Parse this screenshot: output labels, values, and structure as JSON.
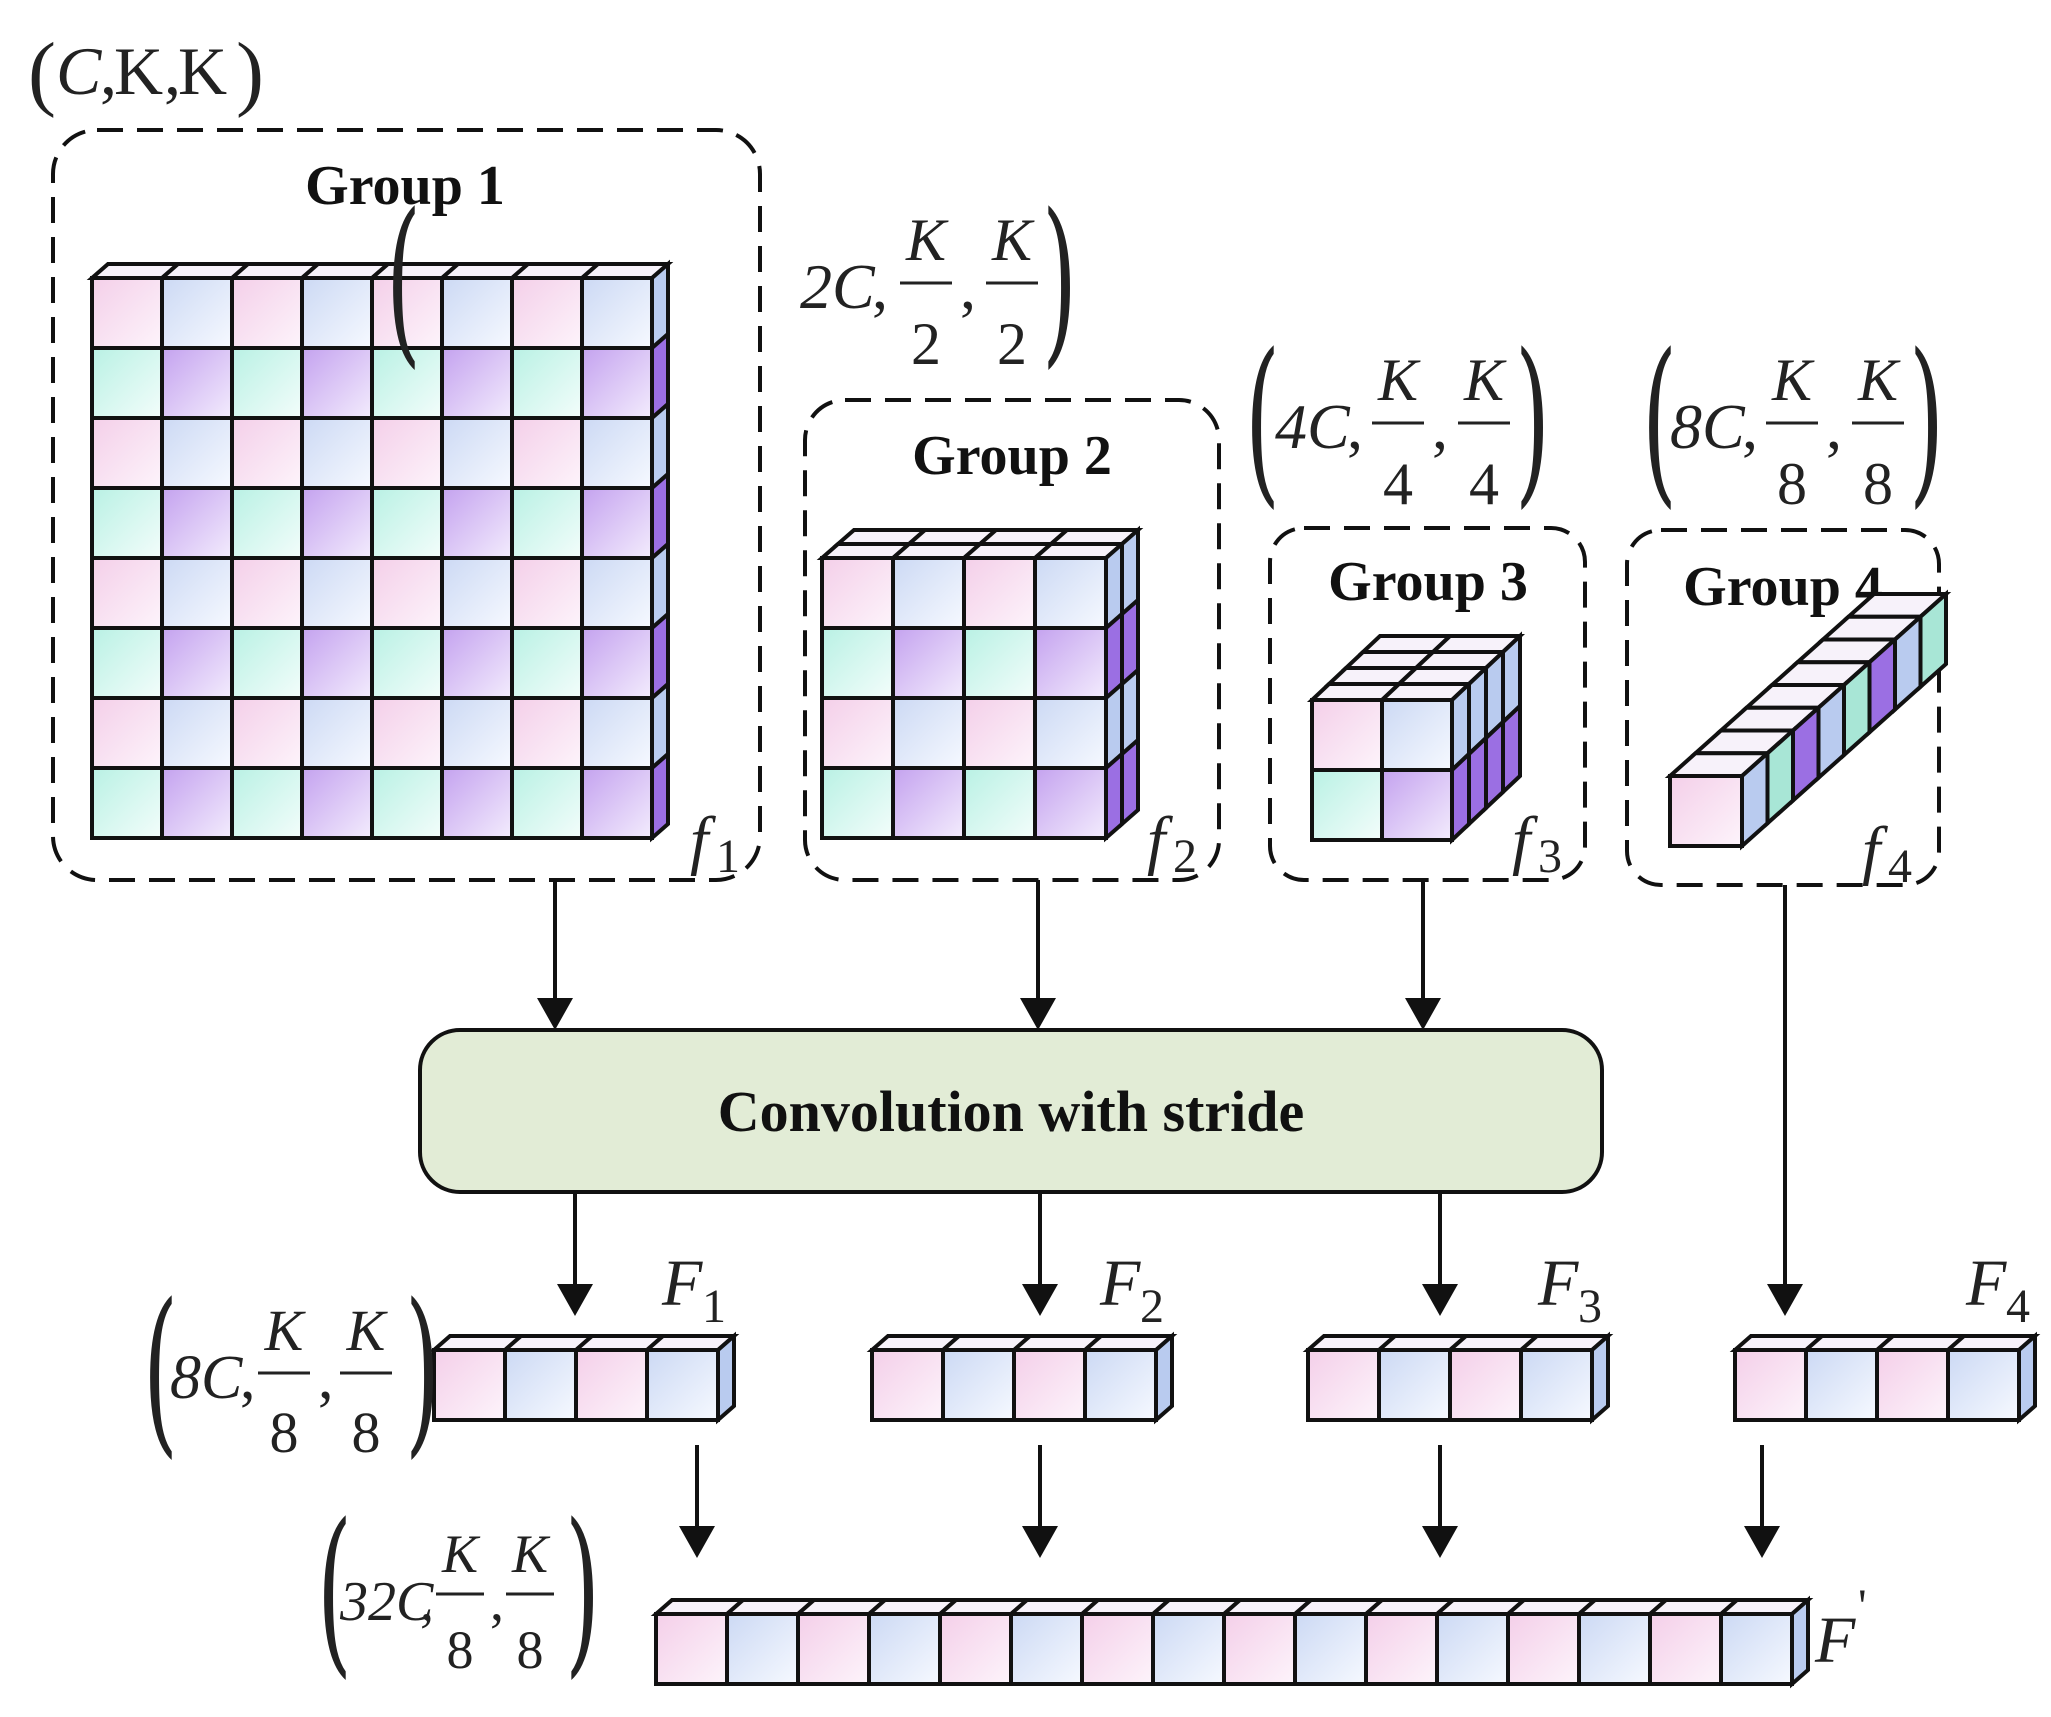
{
  "diagram": {
    "top_dim": [
      "C",
      "K",
      "K"
    ],
    "groups": [
      {
        "title": "Group 1",
        "f_main": "f",
        "f_sub": "1"
      },
      {
        "title": "Group 2",
        "f_main": "f",
        "f_sub": "2",
        "dim": {
          "coef": "2C",
          "num": "K",
          "den": "2"
        }
      },
      {
        "title": "Group 3",
        "f_main": "f",
        "f_sub": "3",
        "dim": {
          "coef": "4C",
          "num": "K",
          "den": "4"
        }
      },
      {
        "title": "Group 4",
        "f_main": "f",
        "f_sub": "4",
        "dim": {
          "coef": "8C",
          "num": "K",
          "den": "8"
        }
      }
    ],
    "conv_label": "Convolution with stride",
    "outputs": [
      {
        "main": "F",
        "sub": "1"
      },
      {
        "main": "F",
        "sub": "2"
      },
      {
        "main": "F",
        "sub": "3"
      },
      {
        "main": "F",
        "sub": "4"
      }
    ],
    "output_dim": {
      "coef": "8C",
      "num": "K",
      "den": "8"
    },
    "final_label": {
      "main": "F",
      "sup": "'"
    },
    "final_dim": {
      "coef": "32C",
      "num": "K",
      "den": "8"
    },
    "colors": {
      "pink": "#f4cfe9",
      "blue": "#d4e0f7",
      "mint": "#c0f2e6",
      "purple": "#c9a8f0",
      "conv_fill": "#e2ecd6",
      "line": "#111111"
    }
  }
}
